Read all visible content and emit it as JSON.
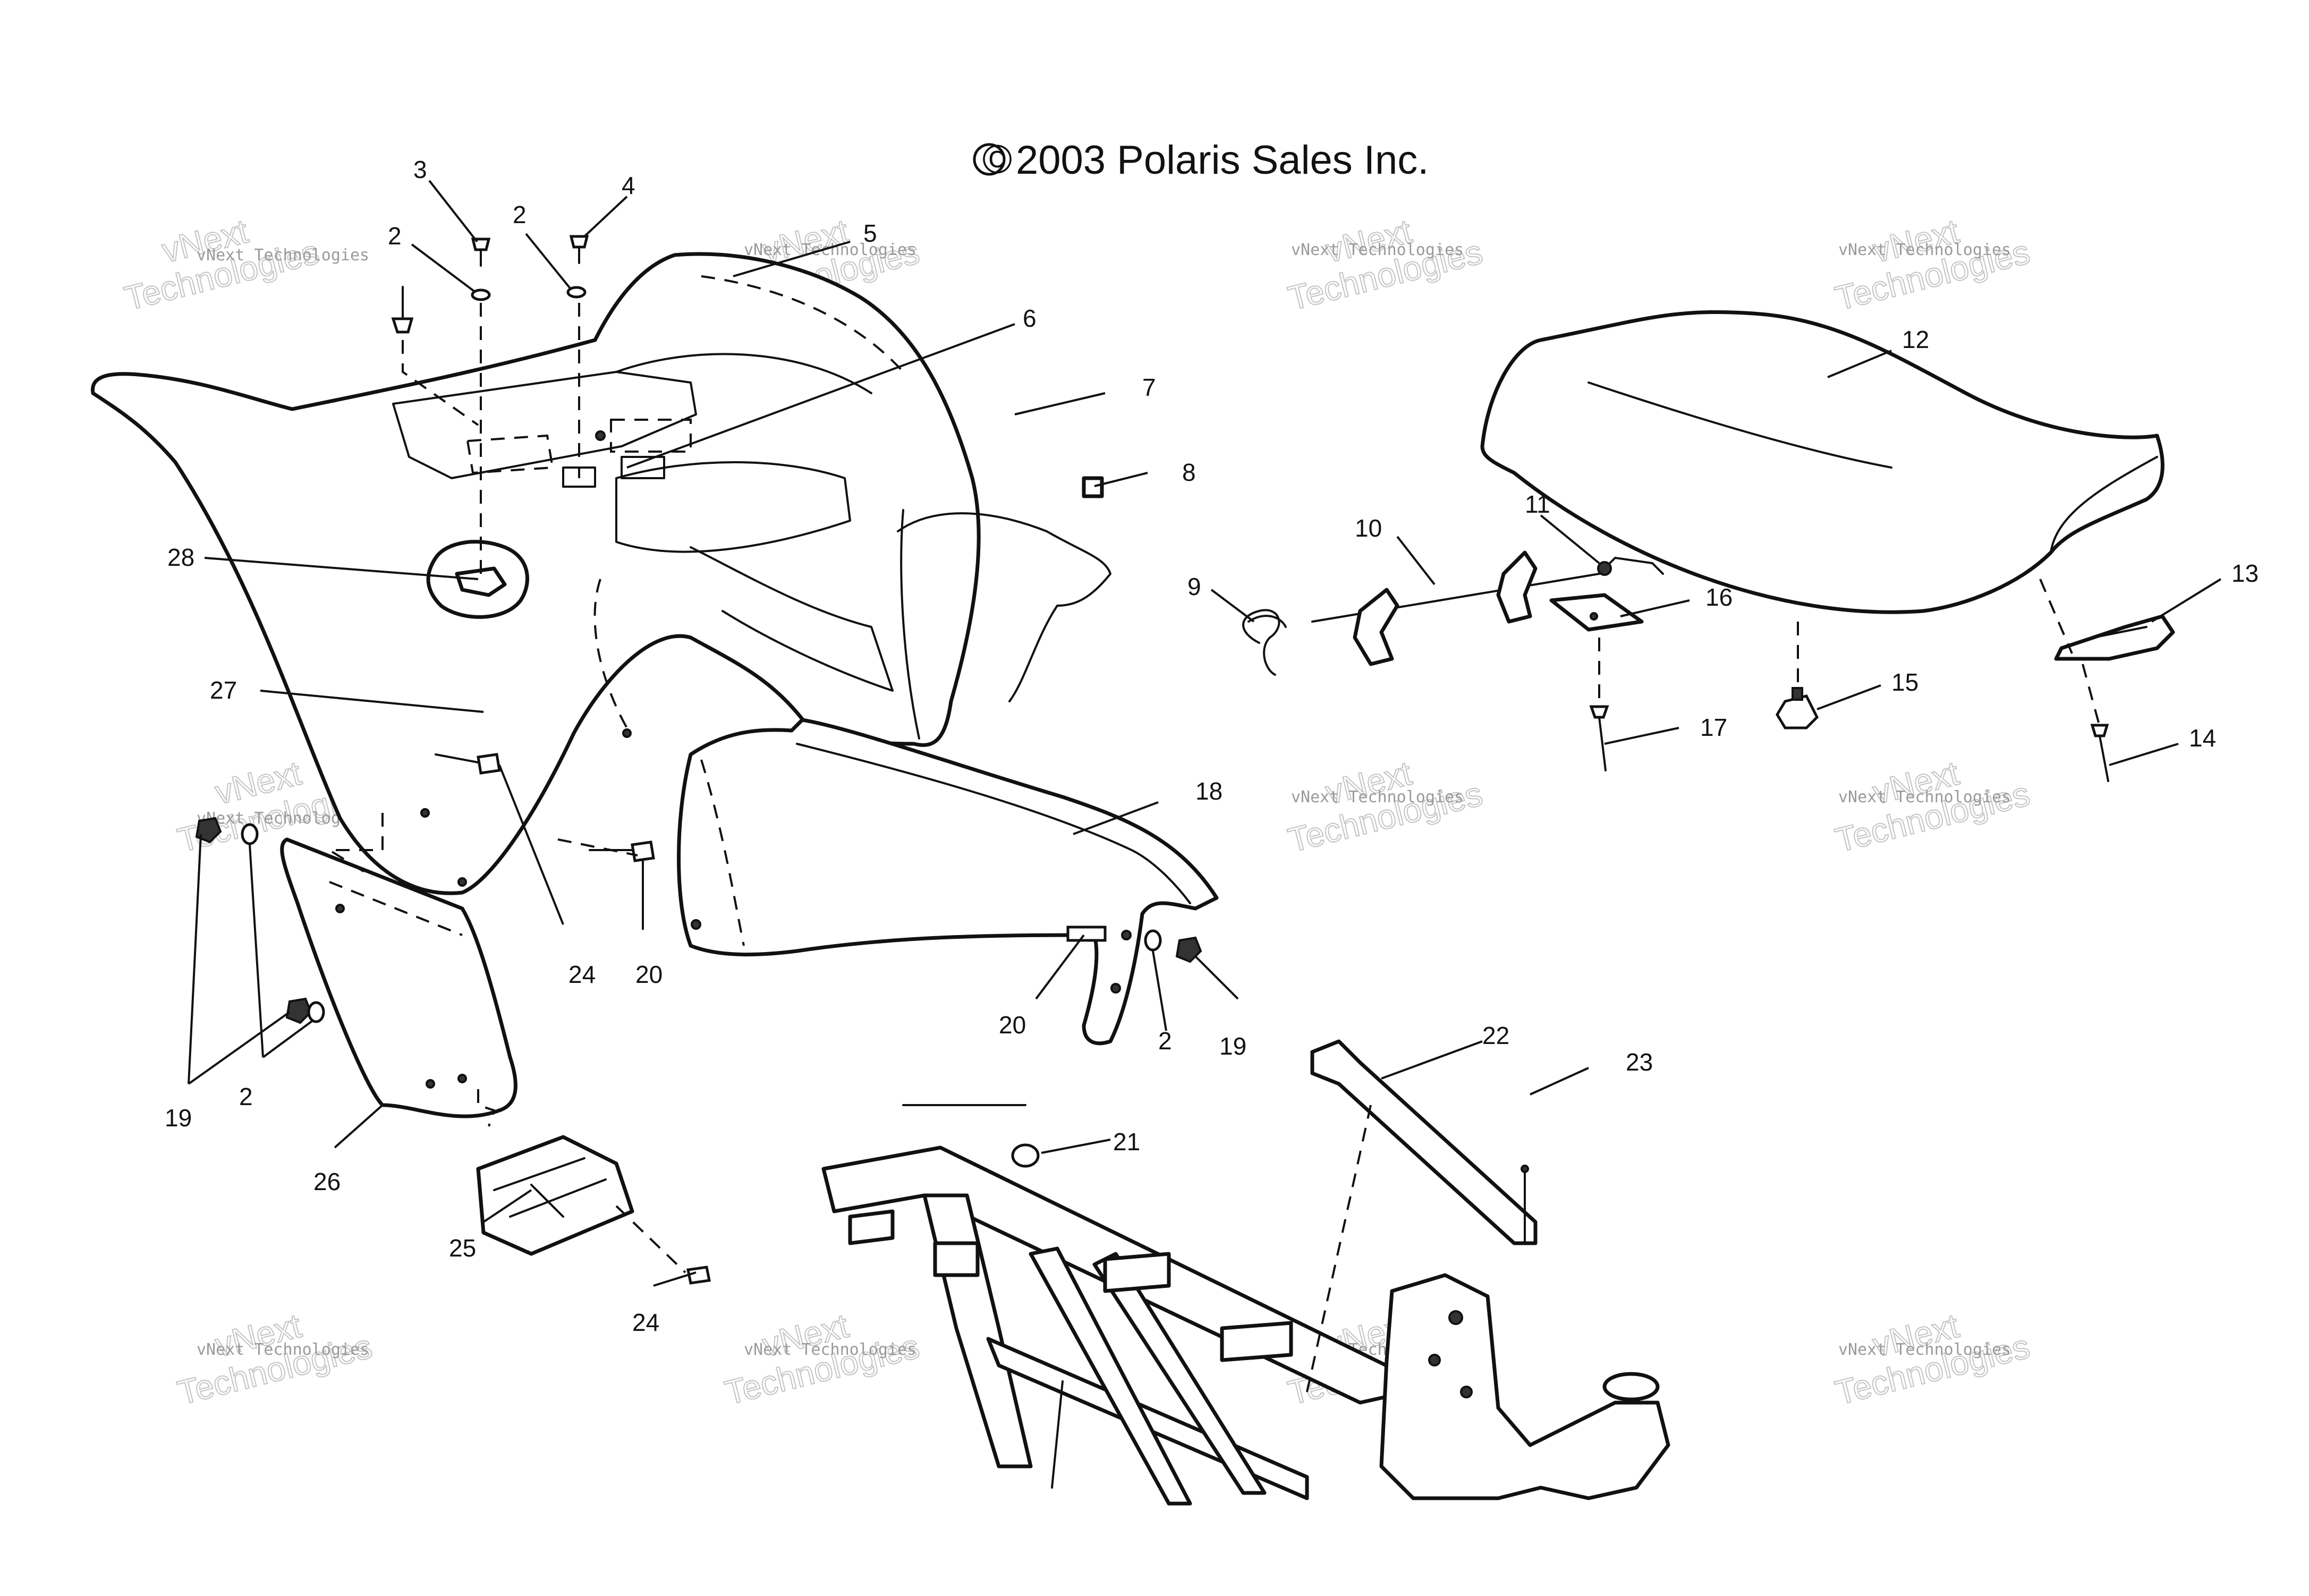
{
  "title": {
    "symbol": "©",
    "text": "2003 Polaris Sales Inc."
  },
  "watermark": {
    "line1": "vNext Technologies",
    "line2": "vNext",
    "line3": "Technologies"
  },
  "callouts": [
    "3",
    "2",
    "2",
    "4",
    "5",
    "6",
    "7",
    "8",
    "28",
    "27",
    "24",
    "20",
    "19",
    "2",
    "26",
    "25",
    "24",
    "18",
    "20",
    "2",
    "19",
    "22",
    "23",
    "21",
    "12",
    "10",
    "11",
    "9",
    "16",
    "13",
    "15",
    "17",
    "14"
  ]
}
